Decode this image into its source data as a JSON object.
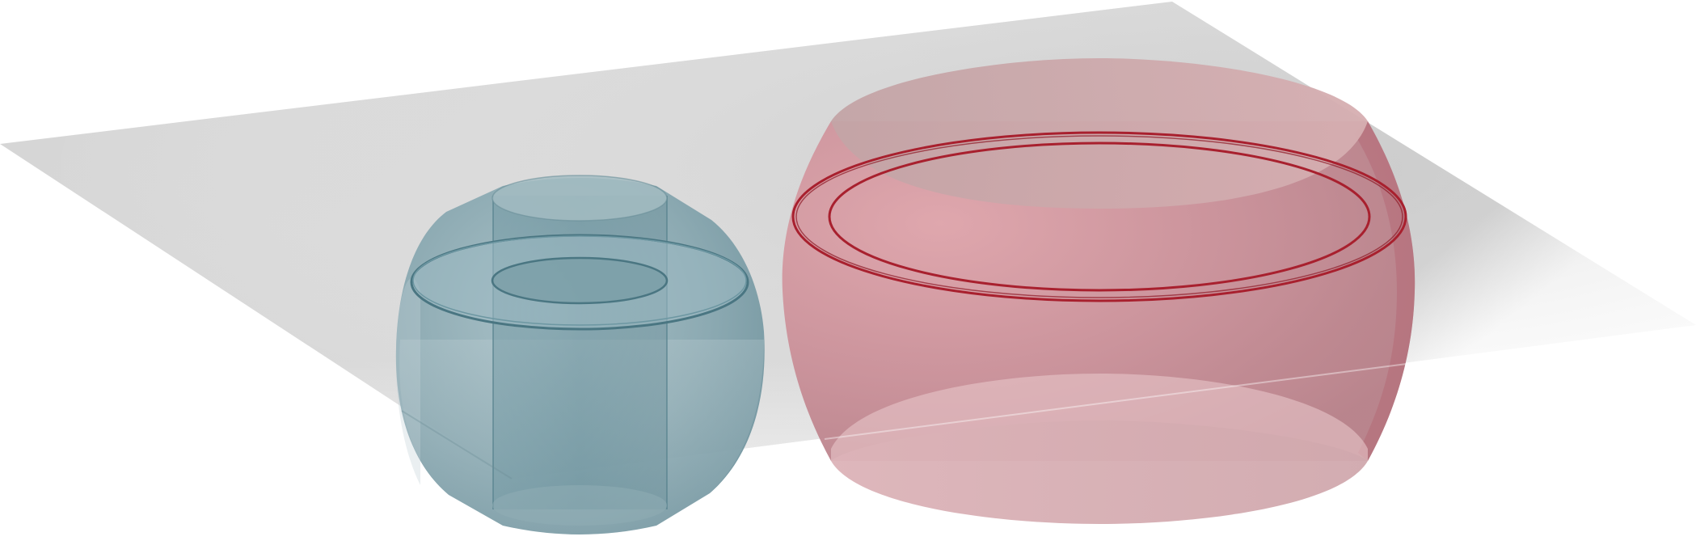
{
  "colors": {
    "background": "#ffffff",
    "plane": "#cfcfcf",
    "plane_edge_fade": "#ffffff",
    "sphere_fill": "#7f9ea8",
    "sphere_dark": "#5f8591",
    "sphere_light": "#b9ccd1",
    "sphere_ring": "#4a7682",
    "barrel_fill": "#c98f98",
    "barrel_dark": "#b96d79",
    "barrel_light": "#e3b2b8",
    "barrel_ring": "#a8202e"
  },
  "shapes": [
    {
      "name": "cutting-plane",
      "kind": "plane"
    },
    {
      "name": "sphere-with-cylindrical-hole",
      "kind": "napkin-ring-sphere"
    },
    {
      "name": "barrel-ring",
      "kind": "napkin-ring-barrel"
    }
  ],
  "cross_sections": [
    {
      "name": "sphere-annulus",
      "color_key": "sphere_ring"
    },
    {
      "name": "barrel-annulus",
      "color_key": "barrel_ring"
    }
  ]
}
